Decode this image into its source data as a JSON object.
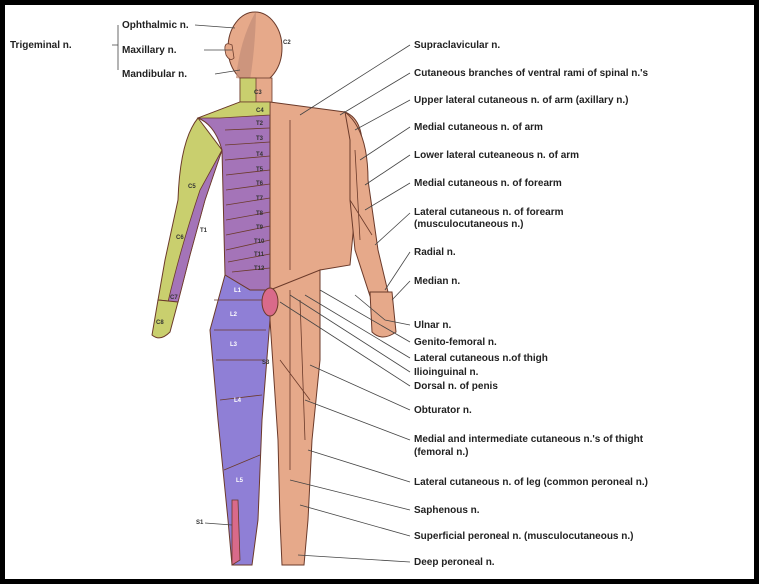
{
  "trigeminal": {
    "group": "Trigeminal n.",
    "ophthalmic": "Ophthalmic n.",
    "maxillary": "Maxillary n.",
    "mandibular": "Mandibular n."
  },
  "nerves": {
    "supraclavicular": "Supraclavicular n.",
    "ventral_rami": "Cutaneous branches of ventral rami of spinal n.'s",
    "upper_lateral_arm": "Upper lateral cutaneous n. of arm (axillary n.)",
    "medial_arm": "Medial cutaneous n. of arm",
    "lower_lateral_arm": "Lower lateral cuteaneous n. of arm",
    "medial_forearm": "Medial cutaneous n. of forearm",
    "lateral_forearm_1": "Lateral cutaneous n. of forearm",
    "lateral_forearm_2": "(musculocutaneous n.)",
    "radial": "Radial n.",
    "median": "Median n.",
    "ulnar": "Ulnar n.",
    "genito_femoral": "Genito-femoral n.",
    "lateral_thigh": "Lateral cutaneous n.of thigh",
    "ilioinguinal": "Ilioinguinal n.",
    "dorsal_penis": "Dorsal n. of penis",
    "obturator": "Obturator n.",
    "femoral_1": "Medial and intermediate cutaneous n.'s of thight",
    "femoral_2": "(femoral n.)",
    "lateral_leg": "Lateral cutaneous n. of leg (common peroneal n.)",
    "saphenous": "Saphenous n.",
    "superficial_peroneal": "Superficial peroneal n. (musculocutaneous n.)",
    "deep_peroneal": "Deep peroneal n."
  },
  "dermatomes": {
    "c2": "C2",
    "c3": "C3",
    "c4": "C4",
    "c5": "C5",
    "c6": "C6",
    "c7": "C7",
    "c8": "C8",
    "t1": "T1",
    "t2": "T2",
    "t3": "T3",
    "t4": "T4",
    "t5": "T5",
    "t6": "T6",
    "t7": "T7",
    "t8": "T8",
    "t9": "T9",
    "t10": "T10",
    "t11": "T11",
    "t12": "T12",
    "l1": "L1",
    "l2": "L2",
    "l3": "L3",
    "l4": "L4",
    "l5": "L5",
    "s1": "S1",
    "s3": "S3"
  },
  "colors": {
    "skin": "#e6a98a",
    "skin_line": "#6b3a2a",
    "dermatome_purple": "#a474b8",
    "dermatome_yellow": "#c9cf6e",
    "dermatome_blue": "#8f7fd6",
    "dermatome_pink": "#d96a8a",
    "leader": "#444444"
  }
}
